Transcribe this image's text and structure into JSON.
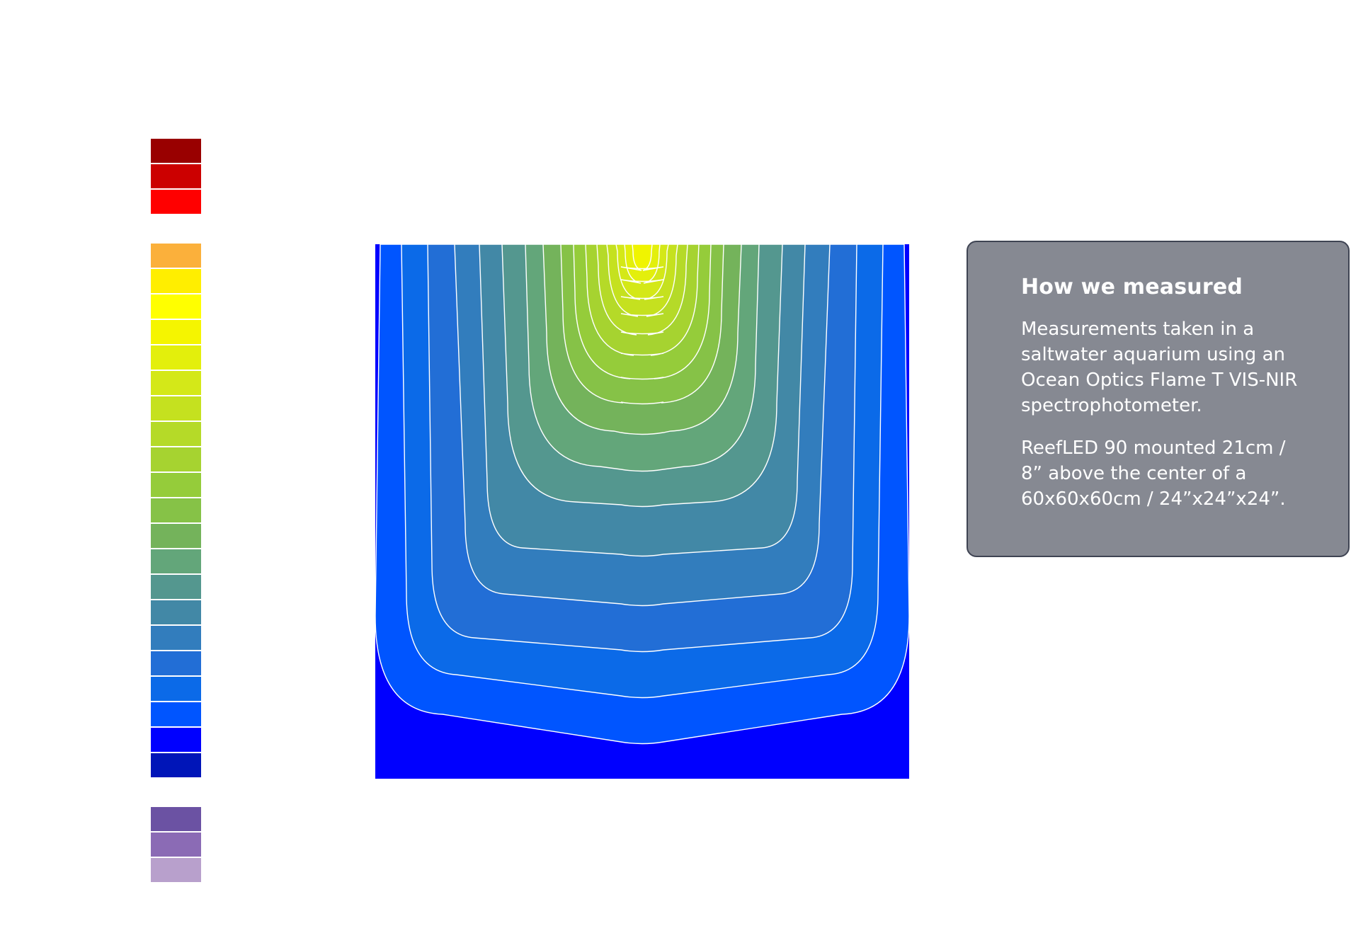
{
  "chart_data": {
    "type": "heatmap",
    "title": "",
    "xlabel": "",
    "ylabel": "",
    "grid": false,
    "legend_placement": "left",
    "colorscale": {
      "group_red": [
        "#990000",
        "#cc0000",
        "#ff0000"
      ],
      "group_main": [
        "#fbb03b",
        "#ffee00",
        "#ffff00",
        "#f5f500",
        "#e3ef0c",
        "#d4e818",
        "#c5e11f",
        "#b5da28",
        "#a6d330",
        "#95cc3a",
        "#86c247",
        "#74b35b",
        "#63a67a",
        "#54978f",
        "#4288a6",
        "#327dbd",
        "#226ed6",
        "#0b6ae8",
        "#0055ff",
        "#0000ff",
        "#0015b8"
      ],
      "group_violet": [
        "#6b52a3",
        "#8b6bb5",
        "#b8a0cc"
      ]
    },
    "contour_bands": [
      {
        "level": 1,
        "color": "#0055ff"
      },
      {
        "level": 2,
        "color": "#0b6ae8"
      },
      {
        "level": 3,
        "color": "#226ed6"
      },
      {
        "level": 4,
        "color": "#327dbd"
      },
      {
        "level": 5,
        "color": "#4288a6"
      },
      {
        "level": 6,
        "color": "#54978f"
      },
      {
        "level": 7,
        "color": "#63a67a"
      },
      {
        "level": 8,
        "color": "#74b35b"
      },
      {
        "level": 9,
        "color": "#86c247"
      },
      {
        "level": 10,
        "color": "#95cc3a"
      },
      {
        "level": 11,
        "color": "#a6d330"
      },
      {
        "level": 12,
        "color": "#b5da28"
      },
      {
        "level": 13,
        "color": "#c5e11f"
      },
      {
        "level": 14,
        "color": "#d4e818"
      },
      {
        "level": 15,
        "color": "#e3ef0c"
      },
      {
        "level": 16,
        "color": "#f0f400"
      }
    ],
    "background_color": "#0000ff",
    "contour_line_color": "#ffffff"
  },
  "info_panel": {
    "title": "How we measured",
    "paragraph_1": "Measurements taken in a saltwater aquarium using an Ocean Optics Flame T VIS-NIR spectrophotometer.",
    "paragraph_2": "ReefLED 90 mounted 21cm / 8” above the center of a 60x60x60cm / 24”x24”x24”."
  }
}
